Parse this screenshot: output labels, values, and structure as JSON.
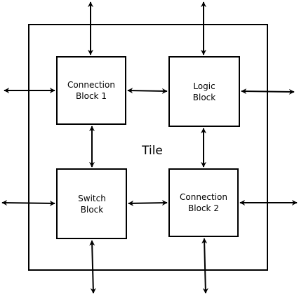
{
  "tile": {
    "label": "Tile"
  },
  "blocks": {
    "connection_block_1": {
      "line1": "Connection",
      "line2": "Block 1"
    },
    "logic_block": {
      "line1": "Logic",
      "line2": "Block"
    },
    "switch_block": {
      "line1": "Switch",
      "line2": "Block"
    },
    "connection_block_2": {
      "line1": "Connection",
      "line2": "Block 2"
    }
  }
}
